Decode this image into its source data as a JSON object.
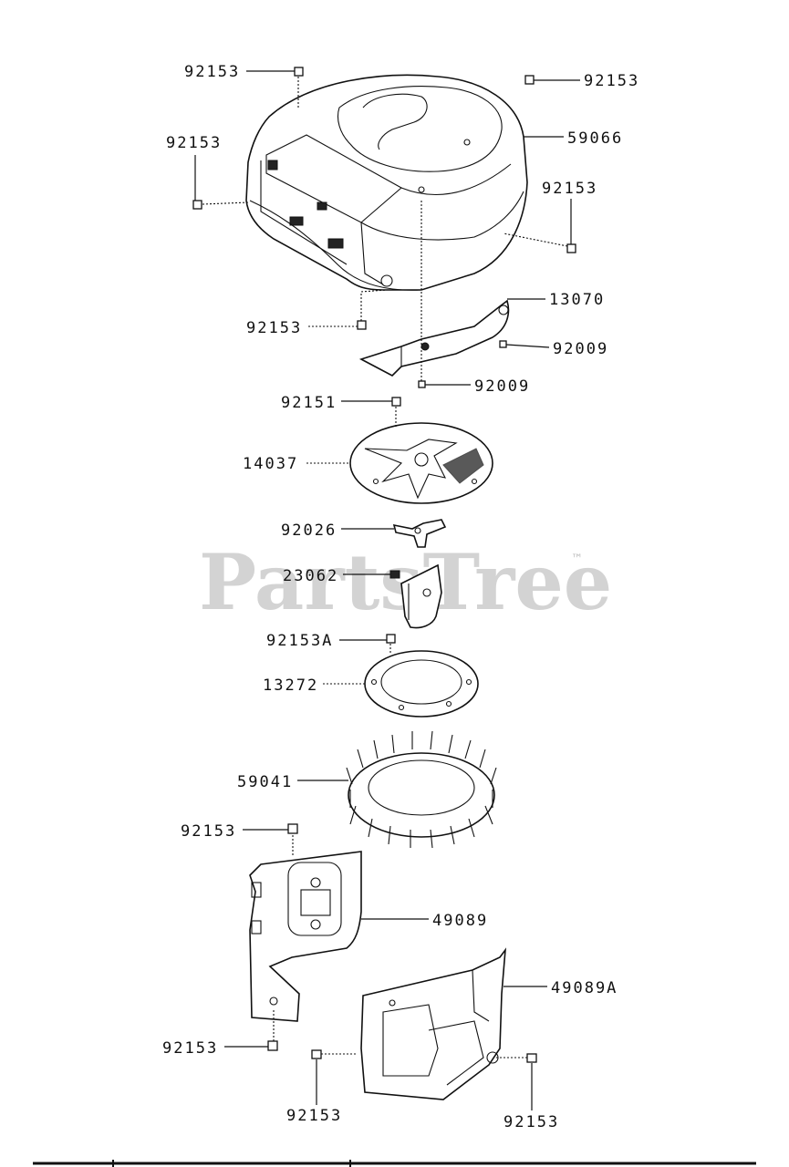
{
  "watermark": {
    "text": "PartsTree",
    "trademark": "™"
  },
  "labels": {
    "l1": "92153",
    "l2": "92153",
    "l3": "92153",
    "l4": "59066",
    "l5": "92153",
    "l6": "92153",
    "l7": "13070",
    "l8": "92009",
    "l9": "92009",
    "l10": "92151",
    "l11": "14037",
    "l12": "92026",
    "l13": "23062",
    "l14": "92153A",
    "l15": "13272",
    "l16": "59041",
    "l17": "92153",
    "l18": "49089",
    "l19": "49089A",
    "l20": "92153",
    "l21": "92153",
    "l22": "92153"
  }
}
